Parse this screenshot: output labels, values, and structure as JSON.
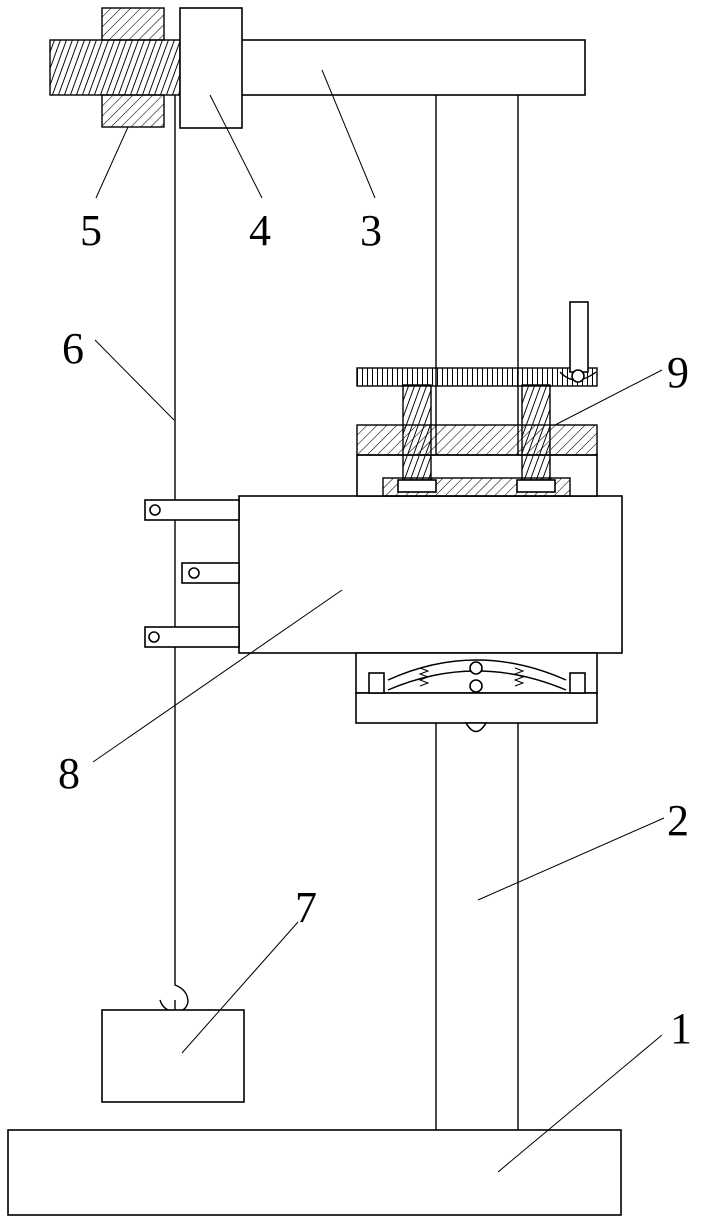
{
  "labels": {
    "base": "1",
    "column": "2",
    "arm": "3",
    "block": "4",
    "nut": "5",
    "rope": "6",
    "weight": "7",
    "housing": "8",
    "screw": "9"
  }
}
